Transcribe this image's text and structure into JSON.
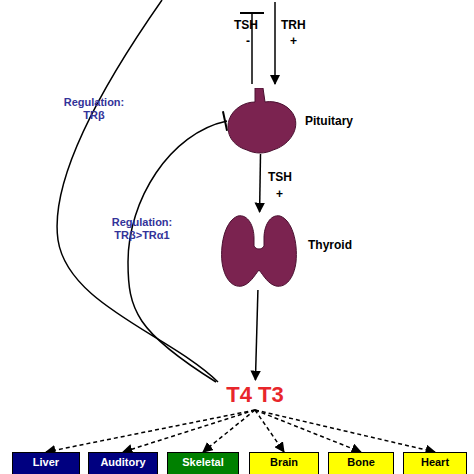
{
  "diagram": {
    "nodes": [
      {
        "text": [
          "Pituitary"
        ]
      },
      {
        "text": [
          "Thyroid"
        ]
      },
      {
        "text": [
          "T4 T3"
        ]
      },
      {
        "text": [
          "Liver"
        ]
      },
      {
        "text": [
          "Auditory"
        ]
      },
      {
        "text": [
          "Skeletal"
        ]
      },
      {
        "text": [
          "Brain"
        ]
      },
      {
        "text": [
          "Bone"
        ]
      },
      {
        "text": [
          "Heart"
        ]
      }
    ],
    "edges": [
      {
        "from": 0,
        "to": 1,
        "arrow": "to",
        "label": "TSH"
      },
      {
        "from": 1,
        "to": 2,
        "arrow": "to"
      },
      {
        "from": 2,
        "to": 0,
        "arrow": "to",
        "label": "Regulation: TRβ>TRα1"
      },
      {
        "from": 2,
        "to": 3,
        "arrow": "to"
      },
      {
        "from": 2,
        "to": 4,
        "arrow": "to"
      },
      {
        "from": 2,
        "to": 5,
        "arrow": "to"
      },
      {
        "from": 2,
        "to": 6,
        "arrow": "to"
      },
      {
        "from": 2,
        "to": 7,
        "arrow": "to"
      },
      {
        "from": 2,
        "to": 8,
        "arrow": "to"
      }
    ],
    "labels": [
      "TSH",
      "-",
      "TRH",
      "+",
      "+",
      "Regulation: TRβ"
    ]
  }
}
